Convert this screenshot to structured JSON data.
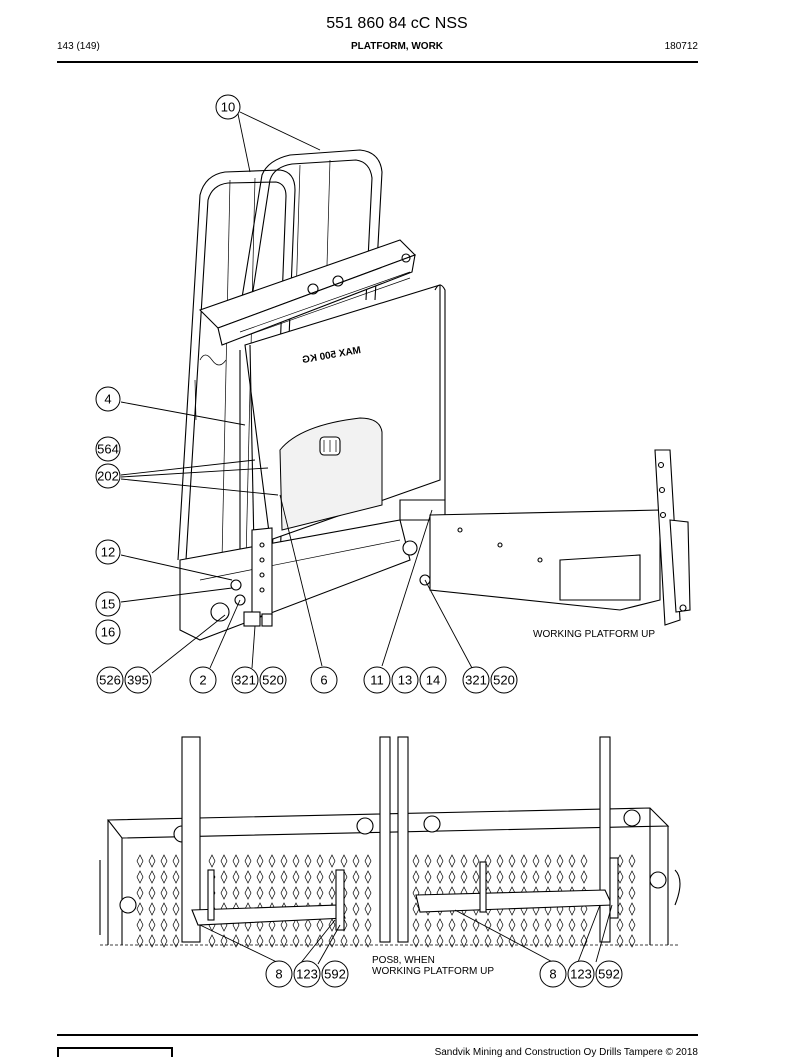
{
  "header": {
    "doc_number": "551 860 84 cC NSS",
    "page": "143 (149)",
    "section_title": "PLATFORM, WORK",
    "date_code": "180712"
  },
  "drawing": {
    "engraved_text": "MAX 500 KG",
    "note_upper": "WORKING PLATFORM UP",
    "note_lower_line1": "POS8, WHEN",
    "note_lower_line2": "WORKING PLATFORM UP"
  },
  "callouts_upper": {
    "c10": "10",
    "c4": "4",
    "c564": "564",
    "c202": "202",
    "c12": "12",
    "c15": "15",
    "c16": "16",
    "c526": "526",
    "c395": "395",
    "c2": "2",
    "c321a": "321",
    "c520a": "520",
    "c6": "6",
    "c11": "11",
    "c13": "13",
    "c14": "14",
    "c321b": "321",
    "c520b": "520"
  },
  "callouts_lower": {
    "c8a": "8",
    "c123a": "123",
    "c592a": "592",
    "c8b": "8",
    "c123b": "123",
    "c592b": "592"
  },
  "footer": {
    "copyright": "Sandvik Mining and Construction Oy Drills Tampere © 2018"
  }
}
